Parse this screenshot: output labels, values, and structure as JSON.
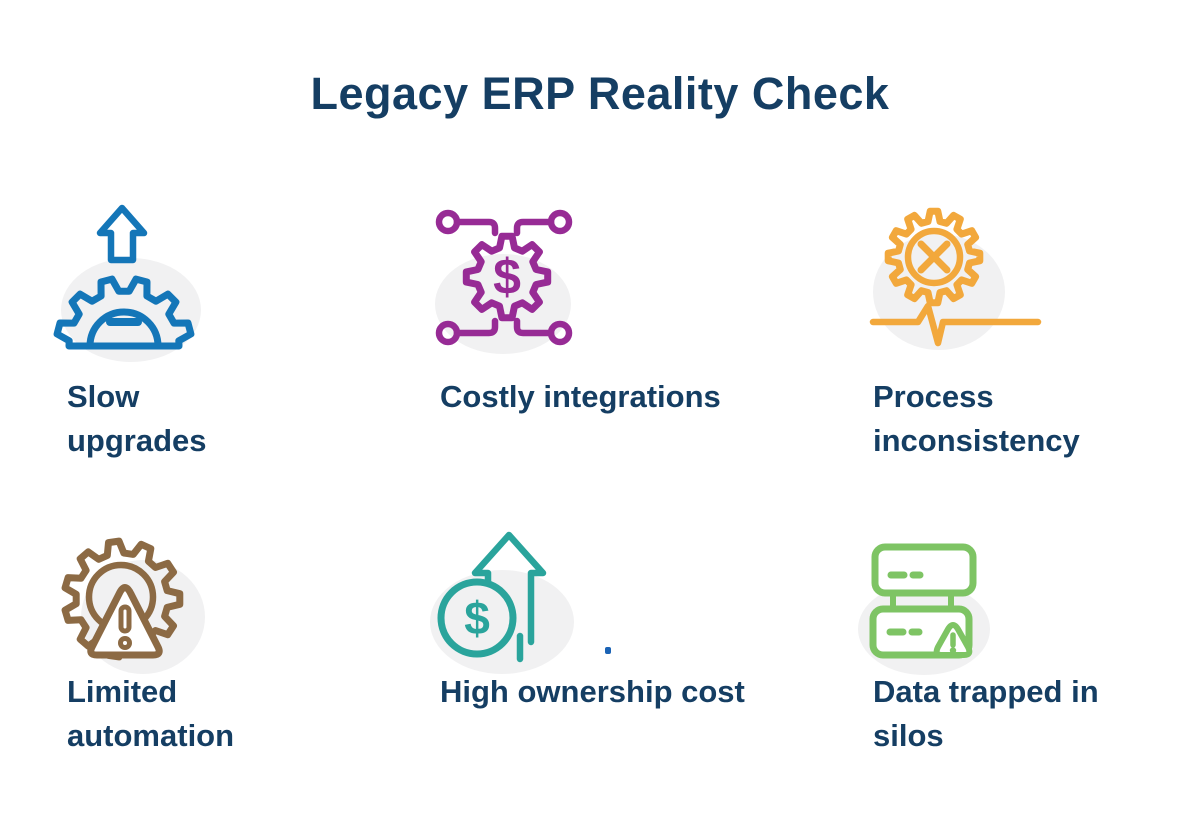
{
  "title": "Legacy ERP Reality Check",
  "colors": {
    "text": "#153E63",
    "background": "#FFFFFF",
    "blob": "#F1F1F2",
    "stray_dot": "#1B63B5"
  },
  "items": [
    {
      "label": "Slow upgrades",
      "icon": "speedometer-up-arrow-icon",
      "color": "#1476B8"
    },
    {
      "label": "Costly integrations",
      "icon": "dollar-gear-network-icon",
      "color": "#972B95"
    },
    {
      "label": "Process inconsistency",
      "icon": "gear-cross-pulse-icon",
      "color": "#F2A83C"
    },
    {
      "label": "Limited automation",
      "icon": "gear-warning-icon",
      "color": "#8C6A44"
    },
    {
      "label": "High ownership cost",
      "icon": "dollar-coin-up-arrow-icon",
      "color": "#2AA49C"
    },
    {
      "label": "Data trapped in silos",
      "icon": "server-stack-warning-icon",
      "color": "#7EC464"
    }
  ]
}
